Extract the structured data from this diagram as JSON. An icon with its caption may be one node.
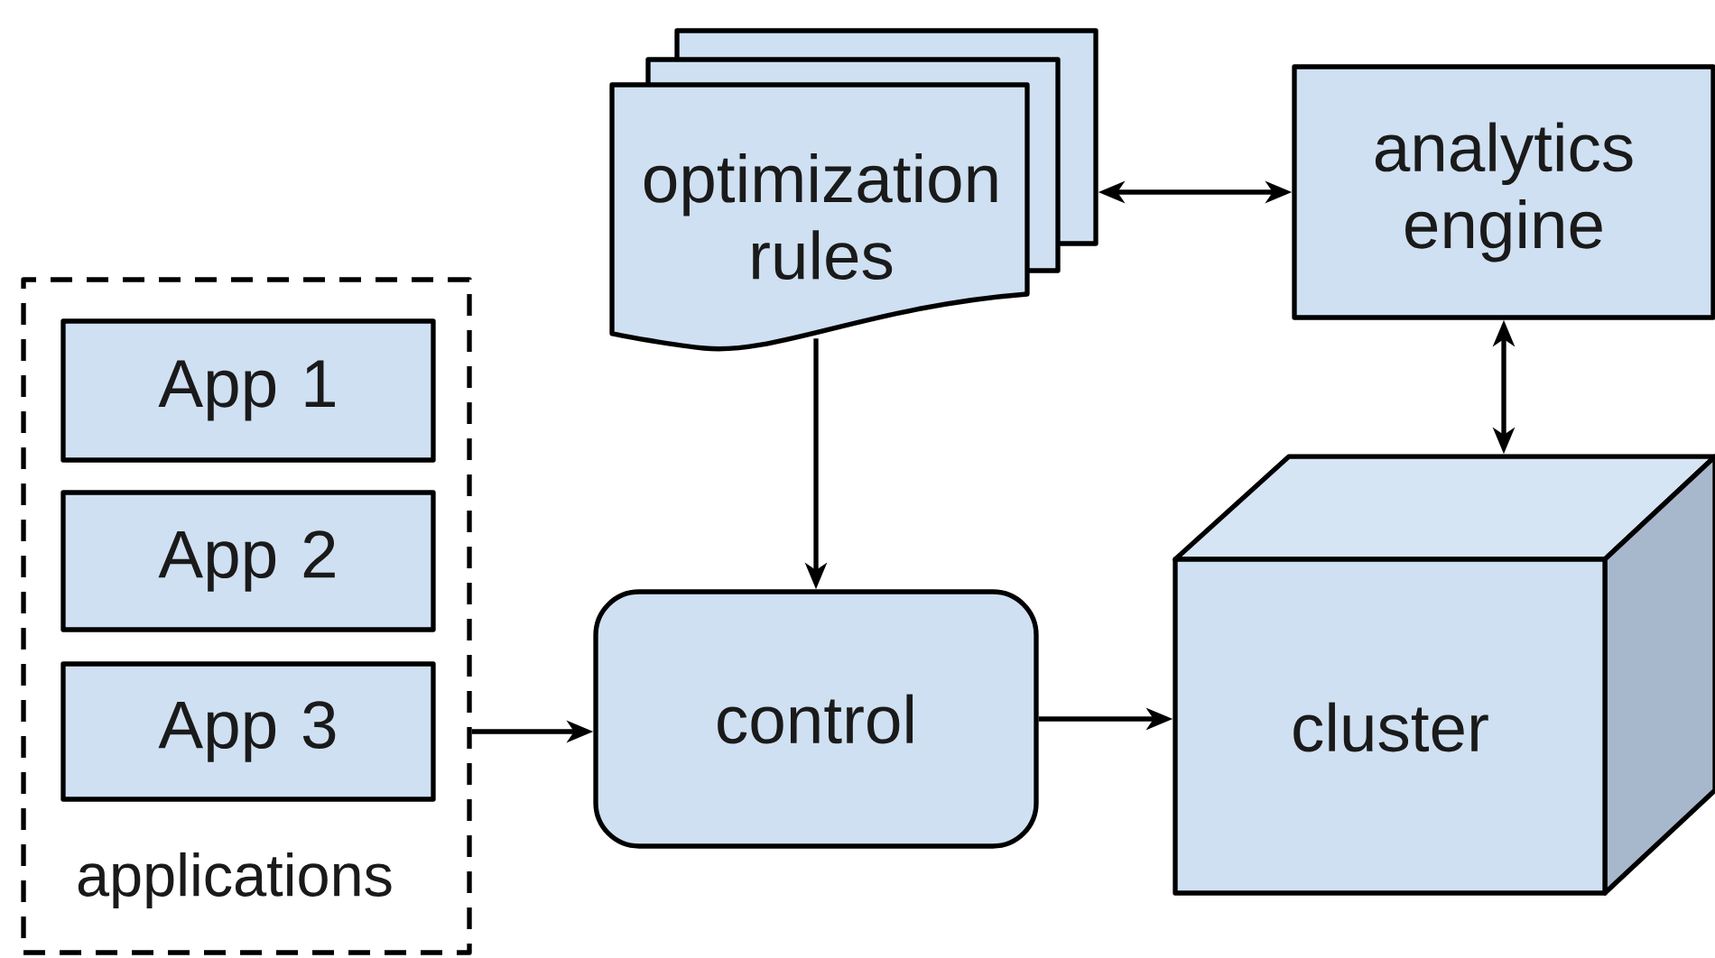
{
  "diagram": {
    "nodes": [
      {
        "text": [
          "applications"
        ]
      },
      {
        "text": [
          "App 1"
        ],
        "in": 0
      },
      {
        "text": [
          "App 2"
        ],
        "in": 0
      },
      {
        "text": [
          "App 3"
        ],
        "in": 0
      },
      {
        "text": [
          "optimization rules"
        ]
      },
      {
        "text": [
          "analytics engine"
        ]
      },
      {
        "text": [
          "control"
        ]
      },
      {
        "text": [
          "cluster"
        ]
      }
    ],
    "edges": [
      {
        "from": 0,
        "to": 6,
        "arrow": "to"
      },
      {
        "from": 4,
        "to": 5,
        "arrow": "both"
      },
      {
        "from": 4,
        "to": 6,
        "arrow": "to"
      },
      {
        "from": 5,
        "to": 7,
        "arrow": "both"
      },
      {
        "from": 6,
        "to": 7,
        "arrow": "to"
      }
    ]
  }
}
